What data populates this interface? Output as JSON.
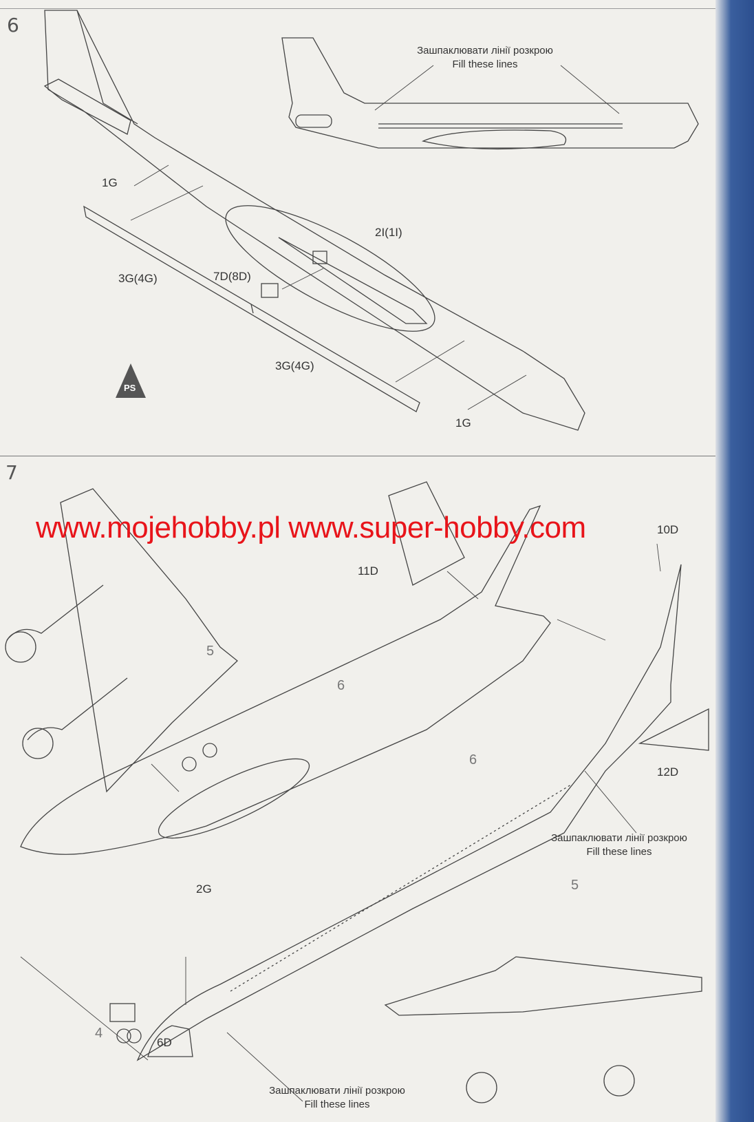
{
  "step6": {
    "number": "6",
    "caption_ua": "Зашпаклювати лінії розкрою",
    "caption_en": "Fill these lines",
    "labels": {
      "p1g_top": "1G",
      "p2i": "2I(1I)",
      "p3g_a": "3G(4G)",
      "p7d": "7D(8D)",
      "p3g_b": "3G(4G)",
      "p1g_bottom": "1G"
    },
    "logo": "PS"
  },
  "step7": {
    "number": "7",
    "watermark": "www.mojehobby.pl www.super-hobby.com",
    "labels": {
      "p11d": "11D",
      "p10d": "10D",
      "p5_left": "5",
      "p6_left": "6",
      "p6_right": "6",
      "p12d": "12D",
      "p5_right": "5",
      "p2g": "2G",
      "p4": "4",
      "p6d": "6D"
    },
    "caption_right_ua": "Зашпаклювати лінії розкрою",
    "caption_right_en": "Fill these lines",
    "caption_bottom_ua": "Зашпаклювати лінії розкрою",
    "caption_bottom_en": "Fill these lines"
  },
  "colors": {
    "watermark": "#e8141a",
    "line": "#444444",
    "paper": "#f1f0ec"
  }
}
